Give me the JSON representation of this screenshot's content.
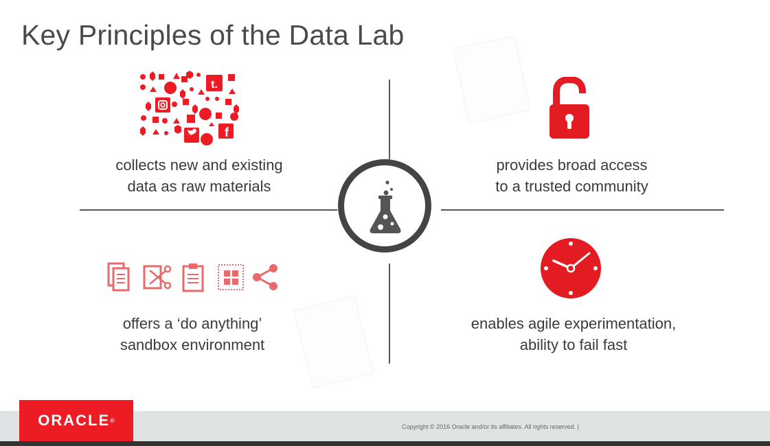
{
  "title": "Key Principles of the Data Lab",
  "quadrants": {
    "top_left": {
      "line1": "collects new and existing",
      "line2": "data as raw materials",
      "icon": "social-media-collage-icon"
    },
    "top_right": {
      "line1": "provides broad access",
      "line2": "to a trusted community",
      "icon": "open-lock-icon"
    },
    "bottom_left": {
      "line1": "offers a ‘do anything’",
      "line2": "sandbox environment",
      "icon": "tools-icon"
    },
    "bottom_right": {
      "line1": "enables agile experimentation,",
      "line2": "ability to fail fast",
      "icon": "clock-icon"
    }
  },
  "center_icon": "lab-flask-icon",
  "social_glyphs": {
    "tumblr": "t.",
    "facebook": "f"
  },
  "footer": {
    "logo": "ORACLE",
    "logo_mark": "®",
    "copyright": "Copyright © 2016 Oracle and/or its affiliates. All rights reserved.  |"
  },
  "colors": {
    "accent": "#ed1c24",
    "dark": "#444444",
    "text": "#3a3a3a",
    "footer_bg": "#dfe3e3"
  }
}
